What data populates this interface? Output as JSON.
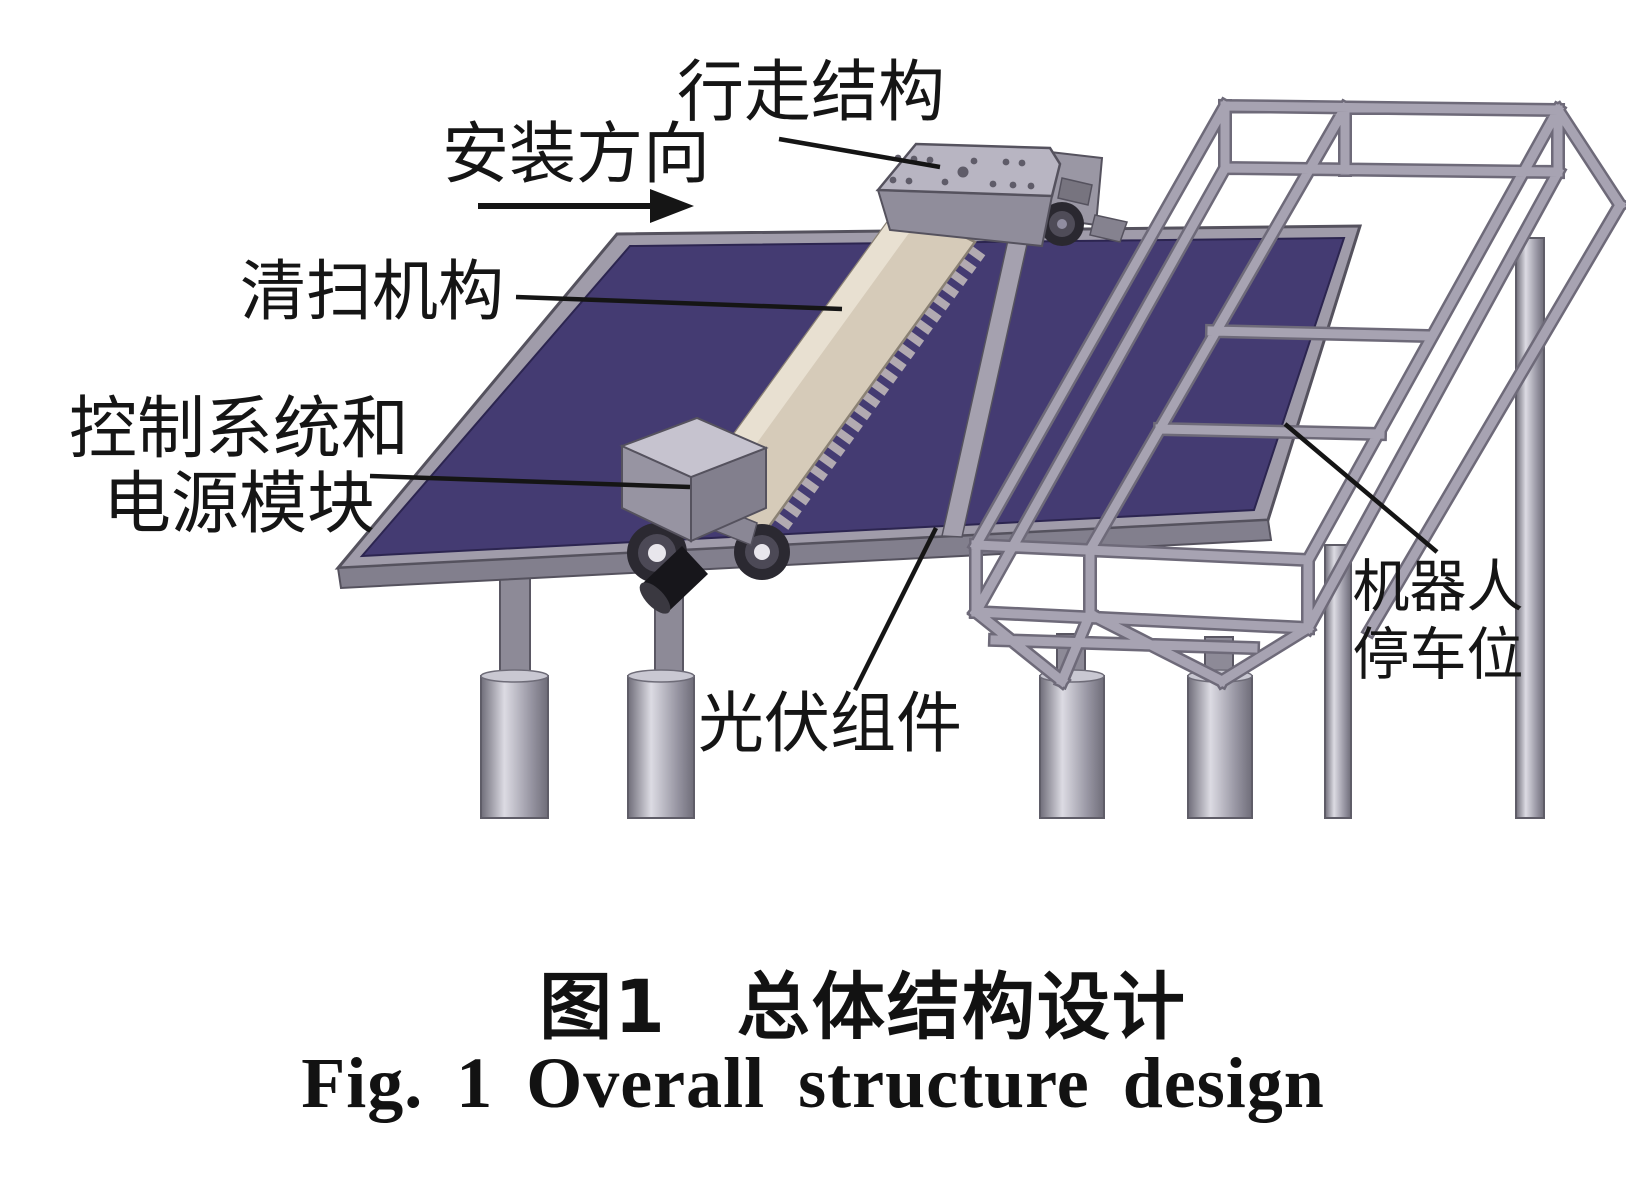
{
  "figure": {
    "type": "cad-structure-diagram",
    "captions": {
      "zh_fignum": "图1",
      "zh_title": "总体结构设计",
      "en": "Fig. 1  Overall structure design"
    },
    "callouts": {
      "walking_structure": "行走结构",
      "install_direction": "安装方向",
      "cleaning_mechanism": "清扫机构",
      "control_power_line1": "控制系统和",
      "control_power_line2": "电源模块",
      "pv_module": "光伏组件",
      "robot_parking_line1": "机器人",
      "robot_parking_line2": "停车位"
    },
    "colors": {
      "background": "#ffffff",
      "pv_panel": "#443b72",
      "pv_panel_edge": "#2c2550",
      "panel_frame": "#a09caa",
      "panel_frame_dark": "#827f8d",
      "metal_beam_light": "#a7a3b2",
      "metal_beam_dark": "#6e6a79",
      "brush_bar": "#d6cbb9",
      "brush_bar_highlight": "#e8e0d1",
      "brush_bristles": "#b2aab1",
      "plate_gray": "#b8b5c2",
      "dark_part": "#17161b",
      "annotation": "#151515"
    }
  }
}
